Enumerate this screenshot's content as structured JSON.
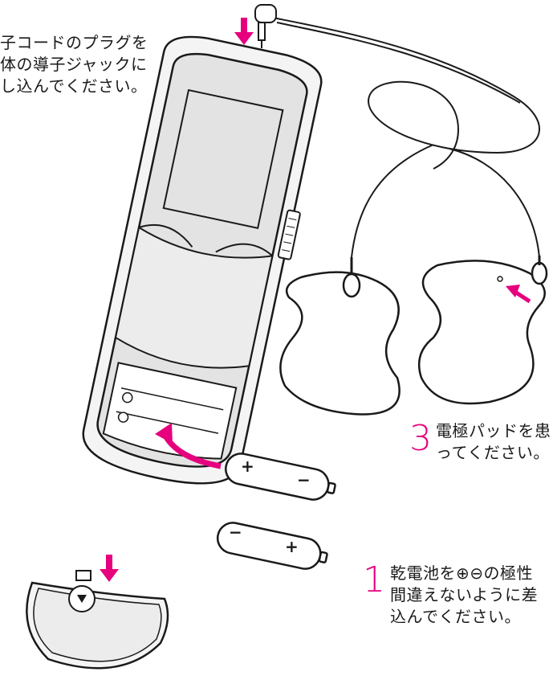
{
  "captions": {
    "plug_instruction": "子コードのプラグを\n体の導子ジャックに\nし込んでください。",
    "step3": {
      "number": "3",
      "text": "電極パッドを患\nってください。"
    },
    "step1": {
      "number": "1",
      "text": "乾電池を⊕⊖の極性\n間違えないように差\n込んでください。"
    }
  },
  "colors": {
    "accent": "#e6007e",
    "line": "#1a1a1a",
    "fill_gray": "#e3e3e3",
    "fill_light": "#f2f2f2"
  },
  "battery_labels": {
    "plus": "+",
    "minus": "−"
  },
  "icons": [
    "arrow-down-icon",
    "arrow-curved-icon",
    "arrow-left-icon"
  ]
}
